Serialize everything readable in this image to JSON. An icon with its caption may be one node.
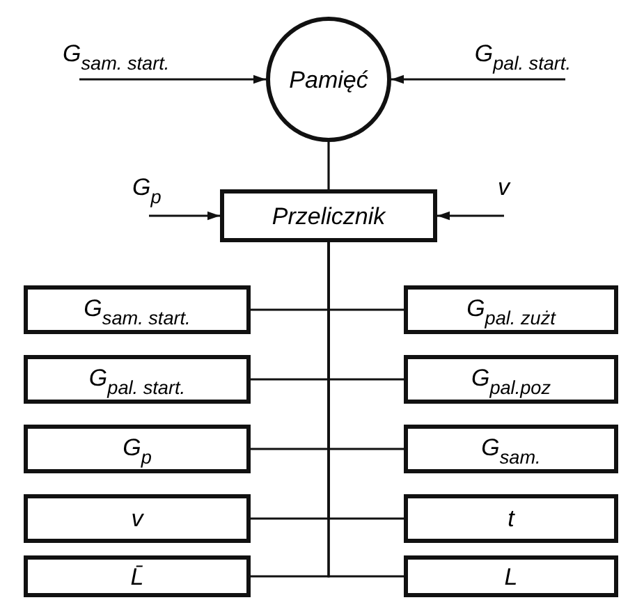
{
  "diagram": {
    "nodes": [
      {
        "text": [
          "G$_{sam. start.}$"
        ]
      },
      {
        "text": [
          "Pamięć"
        ]
      },
      {
        "text": [
          "G$_{pal. start.}$"
        ]
      },
      {
        "text": [
          "G$_{p}$"
        ]
      },
      {
        "text": [
          "Przelicznik"
        ]
      },
      {
        "text": [
          "v"
        ]
      },
      {
        "text": [
          "G$_{sam. start.}$"
        ]
      },
      {
        "text": [
          "G$_{pal. zużt}$"
        ]
      },
      {
        "text": [
          "G$_{pal. start.}$"
        ]
      },
      {
        "text": [
          "G$_{pal.poz}$"
        ]
      },
      {
        "text": [
          "G$_{p}$"
        ]
      },
      {
        "text": [
          "G$_{sam.}$"
        ]
      },
      {
        "text": [
          "v"
        ]
      },
      {
        "text": [
          "t"
        ]
      },
      {
        "text": [
          "L̄"
        ]
      },
      {
        "text": [
          "L"
        ]
      }
    ],
    "edges": [
      {
        "from": 0,
        "to": 1,
        "arrow": "to"
      },
      {
        "from": 2,
        "to": 1,
        "arrow": "to"
      },
      {
        "from": 1,
        "to": 4,
        "arrow": "none"
      },
      {
        "from": 3,
        "to": 4,
        "arrow": "to"
      },
      {
        "from": 5,
        "to": 4,
        "arrow": "to"
      },
      {
        "from": 4,
        "to": 6,
        "arrow": "none"
      },
      {
        "from": 4,
        "to": 7,
        "arrow": "none"
      },
      {
        "from": 4,
        "to": 8,
        "arrow": "none"
      },
      {
        "from": 4,
        "to": 9,
        "arrow": "none"
      },
      {
        "from": 4,
        "to": 10,
        "arrow": "none"
      },
      {
        "from": 4,
        "to": 11,
        "arrow": "none"
      },
      {
        "from": 4,
        "to": 12,
        "arrow": "none"
      },
      {
        "from": 4,
        "to": 13,
        "arrow": "none"
      },
      {
        "from": 4,
        "to": 14,
        "arrow": "none"
      },
      {
        "from": 4,
        "to": 15,
        "arrow": "none"
      }
    ]
  }
}
